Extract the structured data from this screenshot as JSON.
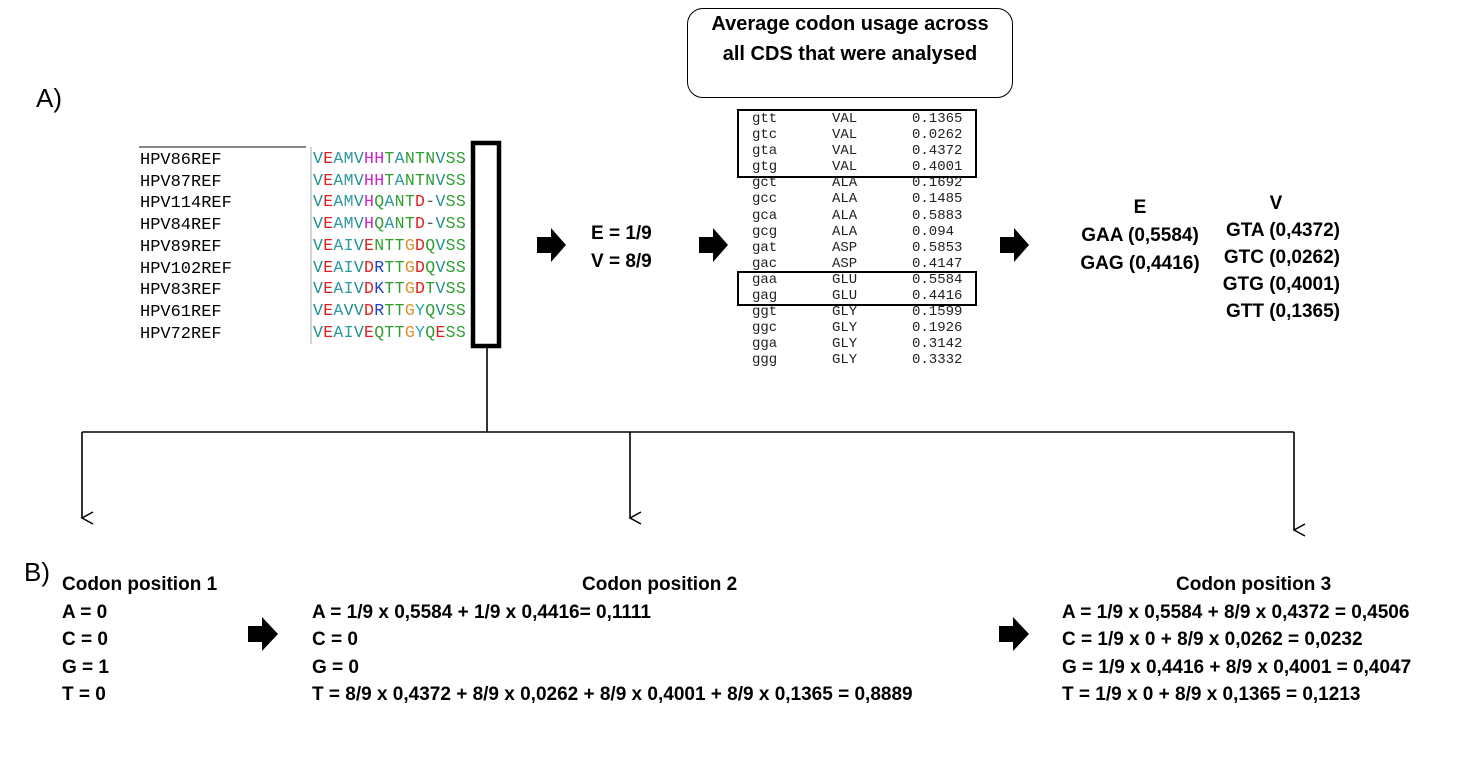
{
  "panel_a_label": "A)",
  "panel_b_label": "B)",
  "alignment": {
    "names": [
      "HPV86REF",
      "HPV87REF",
      "HPV114REF",
      "HPV84REF",
      "HPV89REF",
      "HPV102REF",
      "HPV83REF",
      "HPV61REF",
      "HPV72REF"
    ],
    "rows": [
      "VEAMVHHTANTNVSS",
      "VEAMVHHTANTNVSS",
      "VEAMVHQANTD-VSS",
      "VEAMVHQANTD-VSS",
      "VEAIVENTTGDQVSS",
      "VEAIVDRTTGDQVSS",
      "VEAIVDKTTGDTVSS",
      "VEAVVDRTTGYQVSS",
      "VEAIVEQTTGYQESS"
    ]
  },
  "residue_colors": {
    "V": "#1f8f8f",
    "E": "#e02020",
    "A": "#2e9aa0",
    "M": "#2e9aa0",
    "I": "#2e9aa0",
    "H": "#cc22cc",
    "T": "#2f9e2f",
    "N": "#2f9e2f",
    "Q": "#2f9e2f",
    "S": "#2f9e2f",
    "D": "#e02020",
    "K": "#2040d0",
    "R": "#2040d0",
    "G": "#e0902a",
    "Y": "#22aaaa",
    "-": "#555555"
  },
  "frequencies": [
    "E = 1/9",
    "V = 8/9"
  ],
  "codon_box_title": "Average codon usage across all CDS that were analysed",
  "codon_usage": [
    [
      "gtt",
      "VAL",
      "0.1365"
    ],
    [
      "gtc",
      "VAL",
      "0.0262"
    ],
    [
      "gta",
      "VAL",
      "0.4372"
    ],
    [
      "gtg",
      "VAL",
      "0.4001"
    ],
    [
      "gct",
      "ALA",
      "0.1692"
    ],
    [
      "gcc",
      "ALA",
      "0.1485"
    ],
    [
      "gca",
      "ALA",
      "0.5883"
    ],
    [
      "gcg",
      "ALA",
      "0.094"
    ],
    [
      "gat",
      "ASP",
      "0.5853"
    ],
    [
      "gac",
      "ASP",
      "0.4147"
    ],
    [
      "gaa",
      "GLU",
      "0.5584"
    ],
    [
      "gag",
      "GLU",
      "0.4416"
    ],
    [
      "ggt",
      "GLY",
      "0.1599"
    ],
    [
      "ggc",
      "GLY",
      "0.1926"
    ],
    [
      "gga",
      "GLY",
      "0.3142"
    ],
    [
      "ggg",
      "GLY",
      "0.3332"
    ]
  ],
  "e_codons": {
    "header": "E",
    "items": [
      "GAA (0,5584)",
      "GAG (0,4416)"
    ]
  },
  "v_codons": {
    "header": "V",
    "items": [
      "GTA (0,4372)",
      "GTC (0,0262)",
      "GTG (0,4001)",
      "GTT (0,1365)"
    ]
  },
  "pos1": {
    "title": "Codon position 1",
    "lines": [
      "A = 0",
      "C = 0",
      "G = 1",
      "T = 0"
    ]
  },
  "pos2": {
    "title": "Codon position 2",
    "lines": [
      "A = 1/9 x 0,5584 + 1/9 x 0,4416= 0,1111",
      "C = 0",
      "G = 0",
      "T = 8/9 x 0,4372 + 8/9 x 0,0262 + 8/9 x 0,4001 + 8/9 x 0,1365 = 0,8889"
    ]
  },
  "pos3": {
    "title": "Codon position 3",
    "lines": [
      "A = 1/9 x 0,5584 + 8/9 x 0,4372 = 0,4506",
      "C = 1/9 x 0 + 8/9 x 0,0262 = 0,0232",
      "G = 1/9 x 0,4416 + 8/9 x 0,4001 = 0,4047",
      "T = 1/9 x 0 + 8/9 x 0,1365 = 0,1213"
    ]
  }
}
